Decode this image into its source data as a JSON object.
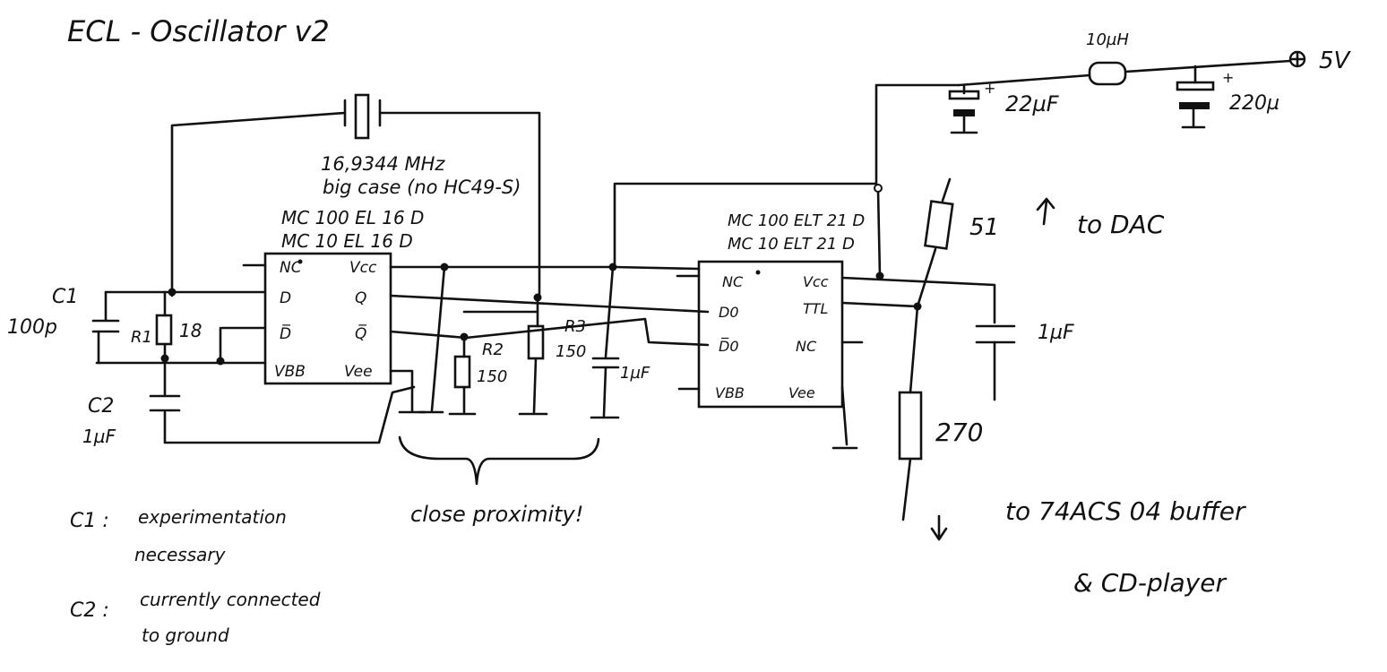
{
  "title": "ECL - Oscillator v2",
  "crystal": {
    "freq": "16,9344 MHz",
    "package": "big case (no HC49-S)"
  },
  "ic1": {
    "name_line1": "MC 100 EL 16 D",
    "name_line2": "MC 10 EL 16 D",
    "pins": {
      "nc": "NC",
      "d": "D",
      "dbar": "D̅",
      "vbb": "VBB",
      "vcc": "Vcc",
      "q": "Q",
      "qbar": "Q̅",
      "vee": "Vee"
    }
  },
  "ic2": {
    "name_line1": "MC 100 ELT 21 D",
    "name_line2": "MC 10 ELT 21 D",
    "pins": {
      "nc": "NC",
      "d0": "D0",
      "d0bar": "D̅0",
      "vbb": "VBB",
      "vcc": "Vcc",
      "ttl": "TTL",
      "nc2": "NC",
      "vee": "Vee"
    }
  },
  "components": {
    "c1_name": "C1",
    "c1_value": "100p",
    "r1_name": "R1",
    "r1_value": "18",
    "c2_name": "C2",
    "c2_value": "1µF",
    "r2_name": "R2",
    "r2_value": "150",
    "r3_name": "R3",
    "r3_value": "150",
    "c3_value": "1µF",
    "c4_value": "1µF",
    "r4_value": "51",
    "r5_value": "270",
    "l1_value": "10µH",
    "c5_value": "22µF",
    "c6_value": "220µ",
    "supply": "5V",
    "plus1": "+",
    "plus2": "+"
  },
  "notes": {
    "to_dac": "to DAC",
    "to_buffer": "to 74ACS 04 buffer",
    "cd_player": "& CD-player",
    "close": "close proximity!",
    "c1_note_label": "C1 :",
    "c1_note_line1": "experimentation",
    "c1_note_line2": "necessary",
    "c2_note_label": "C2 :",
    "c2_note_line1": "currently connected",
    "c2_note_line2": "to ground"
  }
}
